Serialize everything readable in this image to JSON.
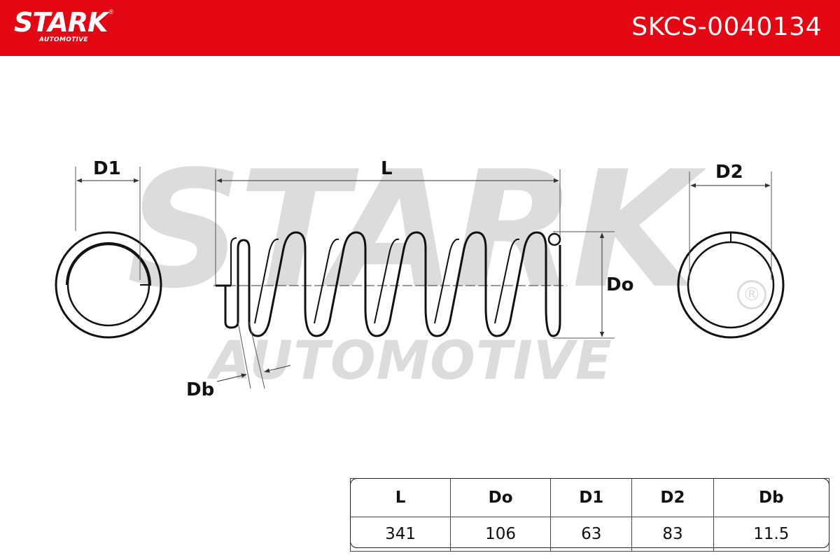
{
  "brand": {
    "name": "STARK",
    "registered": "®",
    "subtitle": "AUTOMOTIVE"
  },
  "part_number": "SKCS-0040134",
  "watermark": {
    "main": "STARK",
    "sub": "AUTOMOTIVE",
    "registered": "®"
  },
  "dimension_labels": {
    "d1": "D1",
    "l": "L",
    "d2": "D2",
    "do": "Do",
    "db": "Db"
  },
  "specs": {
    "headers": [
      "L",
      "Do",
      "D1",
      "D2",
      "Db"
    ],
    "values": [
      "341",
      "106",
      "63",
      "83",
      "11.5"
    ]
  },
  "colors": {
    "brand_red": "#e30613",
    "watermark_gray": "#dcdcdc",
    "line": "#111111"
  }
}
